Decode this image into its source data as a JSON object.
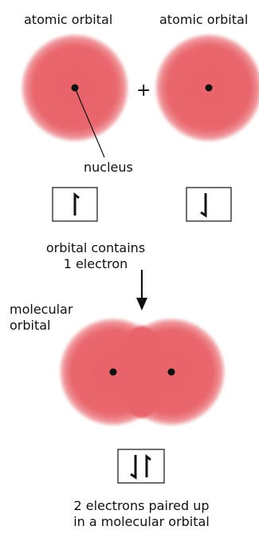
{
  "labels": {
    "atomic_orbital_left": "atomic orbital",
    "atomic_orbital_right": "atomic orbital",
    "plus": "+",
    "nucleus": "nucleus",
    "orbital_contains_line1": "orbital contains",
    "orbital_contains_line2": "1 electron",
    "molecular_orbital_line1": "molecular",
    "molecular_orbital_line2": "orbital",
    "paired_line1": "2 electrons paired up",
    "paired_line2": "in a molecular orbital"
  },
  "colors": {
    "orbital_core": "#e8636a",
    "orbital_edge": "#f3b3b6",
    "ink": "#111111"
  },
  "spins": {
    "left_atom": "up",
    "right_atom": "down",
    "molecular": [
      "down",
      "up"
    ]
  }
}
